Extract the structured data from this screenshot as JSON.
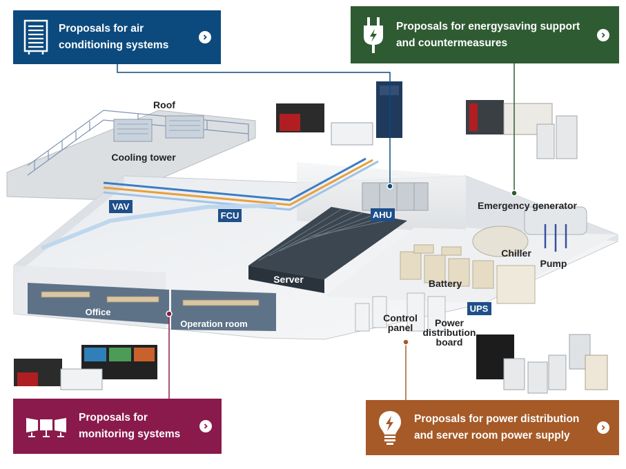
{
  "panels": {
    "air_conditioning": {
      "line1": "Proposals for air",
      "line2": "conditioning systems",
      "color": "#0c4a7e",
      "icon": "air-conditioner-icon"
    },
    "energy_saving": {
      "line1": "Proposals for energysaving support",
      "line2": "and countermeasures",
      "color": "#2f5b33",
      "icon": "power-plug-icon"
    },
    "monitoring": {
      "line1": "Proposals for",
      "line2": "monitoring systems",
      "color": "#8a1a4b",
      "icon": "monitor-wall-icon"
    },
    "power_distribution": {
      "line1": "Proposals for power distribution",
      "line2": "and server room power supply",
      "color": "#a65a27",
      "icon": "light-bulb-icon"
    }
  },
  "labels": {
    "roof": "Roof",
    "cooling_tower": "Cooling tower",
    "vav": "VAV",
    "fcu": "FCU",
    "ahu": "AHU",
    "office": "Office",
    "operation_room": "Operation room",
    "server": "Server",
    "emergency_generator": "Emergency generator",
    "chiller": "Chiller",
    "pump": "Pump",
    "battery": "Battery",
    "ups": "UPS",
    "control_panel_1": "Control",
    "control_panel_2": "panel",
    "power_board_1": "Power",
    "power_board_2": "distribution",
    "power_board_3": "board"
  }
}
